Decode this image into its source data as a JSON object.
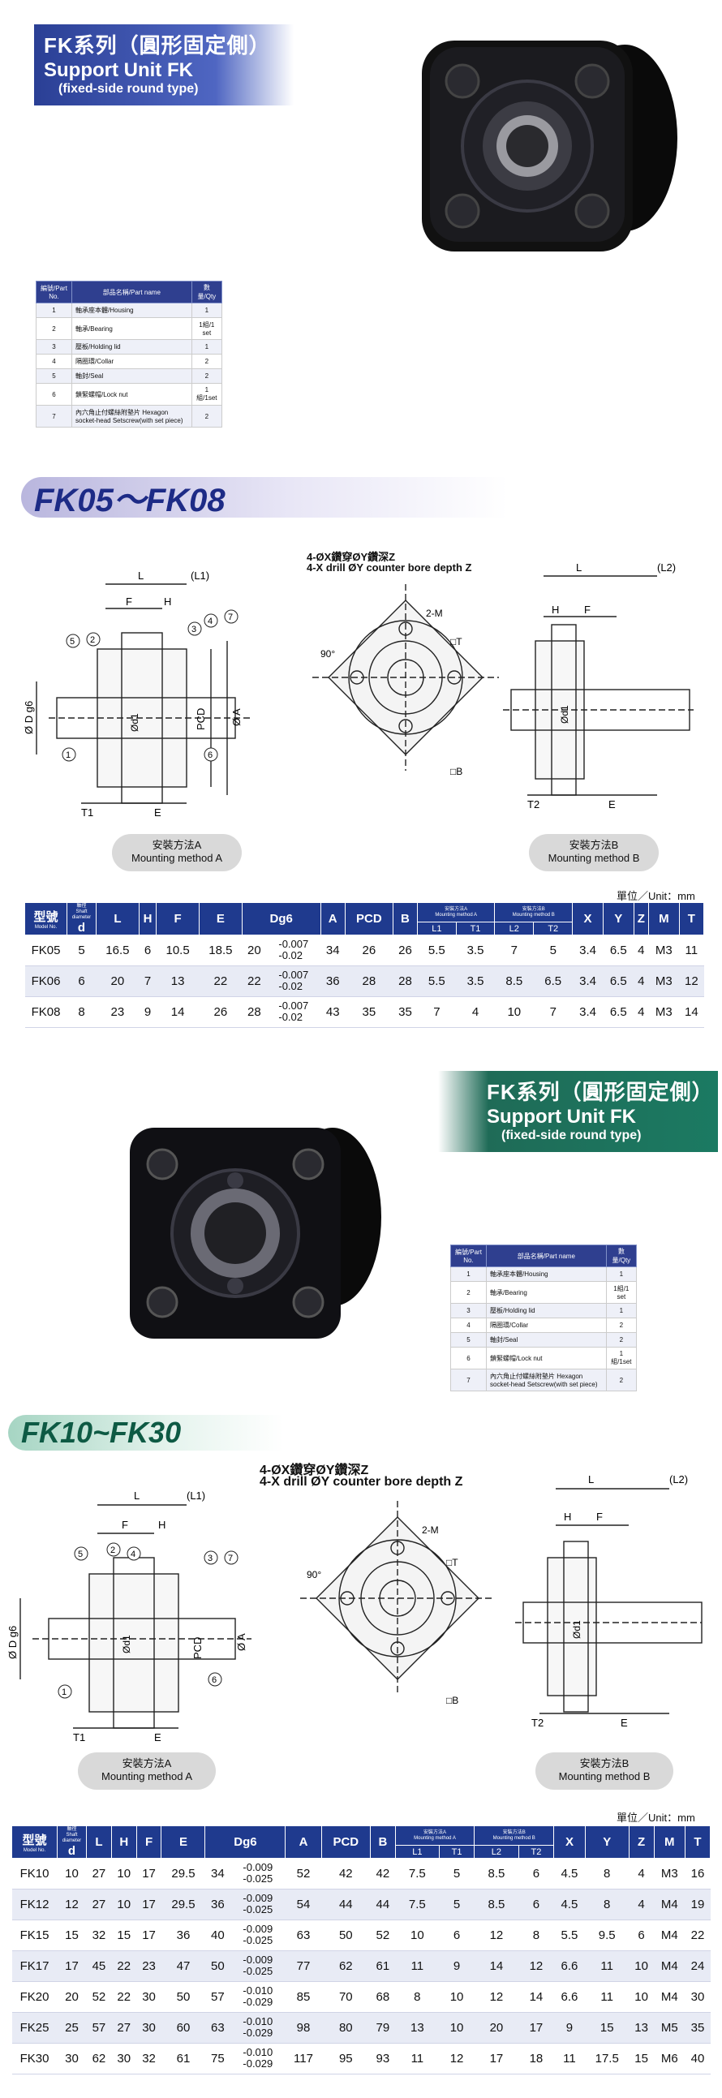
{
  "section1": {
    "title_line1": "FK系列（圓形固定側）",
    "title_line2": "Support Unit FK",
    "title_line3": "(fixed-side round type)",
    "banner": "FK05～FK08"
  },
  "section2": {
    "title_line1": "FK系列（圓形固定側）",
    "title_line2": "Support Unit FK",
    "title_line3": "(fixed-side round type)",
    "banner": "FK10~FK30"
  },
  "parts_table": {
    "headers": [
      "編號/Part No.",
      "部品名稱/Part name",
      "數量/Qty"
    ],
    "rows": [
      [
        "1",
        "軸承座本體/Housing",
        "1"
      ],
      [
        "2",
        "軸承/Bearing",
        "1組/1 set"
      ],
      [
        "3",
        "壓板/Holding lid",
        "1"
      ],
      [
        "4",
        "隔圈環/Collar",
        "2"
      ],
      [
        "5",
        "軸封/Seal",
        "2"
      ],
      [
        "6",
        "鎖緊螺帽/Lock nut",
        "1組/1set"
      ],
      [
        "7",
        "內六角止付螺絲附墊片 Hexagon socket-head Setscrew(with set piece)",
        "2"
      ]
    ]
  },
  "drawing": {
    "drill_note_cn": "4-ØX鑽穿ØY鑽深Z",
    "drill_note_en": "4-X drill ØY counter bore depth Z",
    "label_L": "L",
    "label_L1": "(L1)",
    "label_L2": "(L2)",
    "label_F": "F",
    "label_H": "H",
    "label_E": "E",
    "label_T1": "T1",
    "label_T2": "T2",
    "label_PCD": "PCD",
    "label_A": "Ø A",
    "label_Dg6": "Ø D g6",
    "label_d1": "Ød1",
    "label_2M": "2-M",
    "label_T": "□T",
    "label_B": "□B",
    "label_90": "90°",
    "callouts": [
      "1",
      "2",
      "3",
      "4",
      "5",
      "6",
      "7"
    ]
  },
  "mounting": {
    "a_cn": "安裝方法A",
    "a_en": "Mounting method A",
    "b_cn": "安裝方法B",
    "b_en": "Mounting method B"
  },
  "unit_label": "單位／Unit：mm",
  "spec_headers": {
    "model_cn": "型號",
    "model_en": "Model No.",
    "shaft_cn": "軸徑",
    "shaft_en": "Shaft diameter",
    "shaft_sym": "d",
    "cols1": [
      "L",
      "H",
      "F",
      "E",
      "Dg6",
      "A",
      "PCD",
      "B"
    ],
    "groupA_cn": "安裝方法A",
    "groupA_en": "Mounting method A",
    "groupB_cn": "安裝方法B",
    "groupB_en": "Mounting method B",
    "subA": [
      "L1",
      "T1"
    ],
    "subB": [
      "L2",
      "T2"
    ],
    "cols2": [
      "X",
      "Y",
      "Z",
      "M",
      "T"
    ]
  },
  "spec_table_1": [
    [
      "FK05",
      "5",
      "16.5",
      "6",
      "10.5",
      "18.5",
      "20",
      "-0.007",
      "-0.02",
      "34",
      "26",
      "26",
      "5.5",
      "3.5",
      "7",
      "5",
      "3.4",
      "6.5",
      "4",
      "M3",
      "11"
    ],
    [
      "FK06",
      "6",
      "20",
      "7",
      "13",
      "22",
      "22",
      "-0.007",
      "-0.02",
      "36",
      "28",
      "28",
      "5.5",
      "3.5",
      "8.5",
      "6.5",
      "3.4",
      "6.5",
      "4",
      "M3",
      "12"
    ],
    [
      "FK08",
      "8",
      "23",
      "9",
      "14",
      "26",
      "28",
      "-0.007",
      "-0.02",
      "43",
      "35",
      "35",
      "7",
      "4",
      "10",
      "7",
      "3.4",
      "6.5",
      "4",
      "M3",
      "14"
    ]
  ],
  "spec_table_2": [
    [
      "FK10",
      "10",
      "27",
      "10",
      "17",
      "29.5",
      "34",
      "-0.009",
      "-0.025",
      "52",
      "42",
      "42",
      "7.5",
      "5",
      "8.5",
      "6",
      "4.5",
      "8",
      "4",
      "M3",
      "16"
    ],
    [
      "FK12",
      "12",
      "27",
      "10",
      "17",
      "29.5",
      "36",
      "-0.009",
      "-0.025",
      "54",
      "44",
      "44",
      "7.5",
      "5",
      "8.5",
      "6",
      "4.5",
      "8",
      "4",
      "M4",
      "19"
    ],
    [
      "FK15",
      "15",
      "32",
      "15",
      "17",
      "36",
      "40",
      "-0.009",
      "-0.025",
      "63",
      "50",
      "52",
      "10",
      "6",
      "12",
      "8",
      "5.5",
      "9.5",
      "6",
      "M4",
      "22"
    ],
    [
      "FK17",
      "17",
      "45",
      "22",
      "23",
      "47",
      "50",
      "-0.009",
      "-0.025",
      "77",
      "62",
      "61",
      "11",
      "9",
      "14",
      "12",
      "6.6",
      "11",
      "10",
      "M4",
      "24"
    ],
    [
      "FK20",
      "20",
      "52",
      "22",
      "30",
      "50",
      "57",
      "-0.010",
      "-0.029",
      "85",
      "70",
      "68",
      "8",
      "10",
      "12",
      "14",
      "6.6",
      "11",
      "10",
      "M4",
      "30"
    ],
    [
      "FK25",
      "25",
      "57",
      "27",
      "30",
      "60",
      "63",
      "-0.010",
      "-0.029",
      "98",
      "80",
      "79",
      "13",
      "10",
      "20",
      "17",
      "9",
      "15",
      "13",
      "M5",
      "35"
    ],
    [
      "FK30",
      "30",
      "62",
      "30",
      "32",
      "61",
      "75",
      "-0.010",
      "-0.029",
      "117",
      "95",
      "93",
      "11",
      "12",
      "17",
      "18",
      "11",
      "17.5",
      "15",
      "M6",
      "40"
    ]
  ]
}
